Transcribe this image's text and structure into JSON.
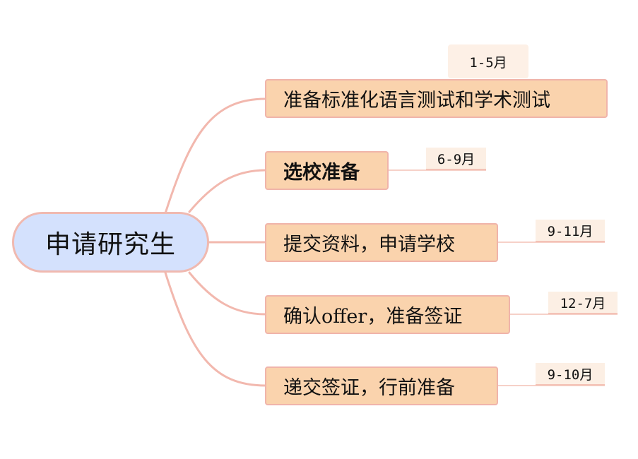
{
  "mindmap": {
    "root": "申请研究生",
    "branches": [
      {
        "label": "准备标准化语言测试和学术测试",
        "tag": "1-5月"
      },
      {
        "label": "选校准备",
        "tag": "6-9月"
      },
      {
        "label": "提交资料，申请学校",
        "tag": "9-11月"
      },
      {
        "label": "确认offer，准备签证",
        "tag": "12-7月"
      },
      {
        "label": "递交签证，行前准备",
        "tag": "9-10月"
      }
    ]
  },
  "colors": {
    "connector": "#f2b8ae",
    "root_fill": "#d4e1fd",
    "branch_fill": "#fad3ad",
    "tag_fill": "#fcefe4"
  }
}
